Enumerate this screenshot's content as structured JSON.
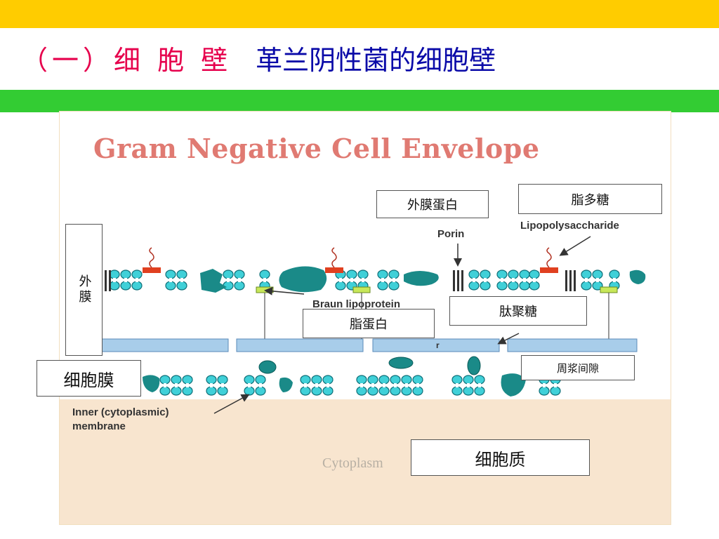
{
  "slide": {
    "heading_section": "（一）细 胞 壁",
    "heading_topic": "革兰阴性菌的细胞壁"
  },
  "figure": {
    "title": "Gram Negative Cell Envelope",
    "labels_en": {
      "porin": "Porin",
      "lps": "Lipopolysaccharide",
      "braun": "Braun lipoprotein",
      "peptidoglycan_short": "r",
      "inner_membrane_line1": "Inner (cytoplasmic)",
      "inner_membrane_line2": "membrane",
      "cytoplasm": "Cytoplasm"
    },
    "labels_cn": {
      "outer_membrane_protein": "外膜蛋白",
      "lipopolysaccharide": "脂多糖",
      "outer_membrane": "外膜",
      "lipoprotein": "脂蛋白",
      "peptidoglycan": "肽聚糖",
      "cell_membrane": "细胞膜",
      "periplasmic_space": "周浆间隙",
      "cytoplasm": "细胞质"
    }
  },
  "colors": {
    "top_bar": "#ffcc00",
    "green_bar": "#33cc33",
    "heading_red": "#e6004c",
    "heading_blue": "#0a0aa8",
    "figure_title": "#e07a72",
    "lipid_head": "#40d0d8",
    "protein": "#1a8a88",
    "lps_core": "#e04020",
    "lipoprotein": "#c8e85a",
    "peptidoglycan": "#a8cdea",
    "cytoplasm": "#f8e5cf"
  }
}
